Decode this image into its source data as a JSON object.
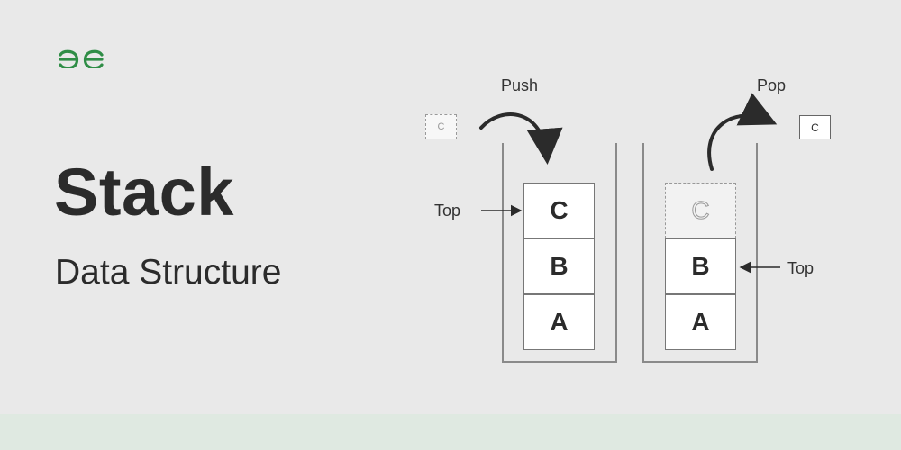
{
  "brand": {
    "logo_icon": "geeksforgeeks-logo-icon",
    "color": "#2f8d46"
  },
  "title": {
    "main": "Stack",
    "subtitle": "Data Structure"
  },
  "operations": {
    "push": {
      "label": "Push",
      "incoming_item": "C",
      "stack_items_top_to_bottom": [
        "C",
        "B",
        "A"
      ],
      "top_label": "Top"
    },
    "pop": {
      "label": "Pop",
      "outgoing_item": "C",
      "stack_items_top_to_bottom": [
        "C",
        "B",
        "A"
      ],
      "top_label": "Top"
    }
  },
  "colors": {
    "background": "#e9e9e9",
    "text": "#2b2b2b",
    "border": "#777777",
    "bottom_band": "#dfe9e1"
  }
}
